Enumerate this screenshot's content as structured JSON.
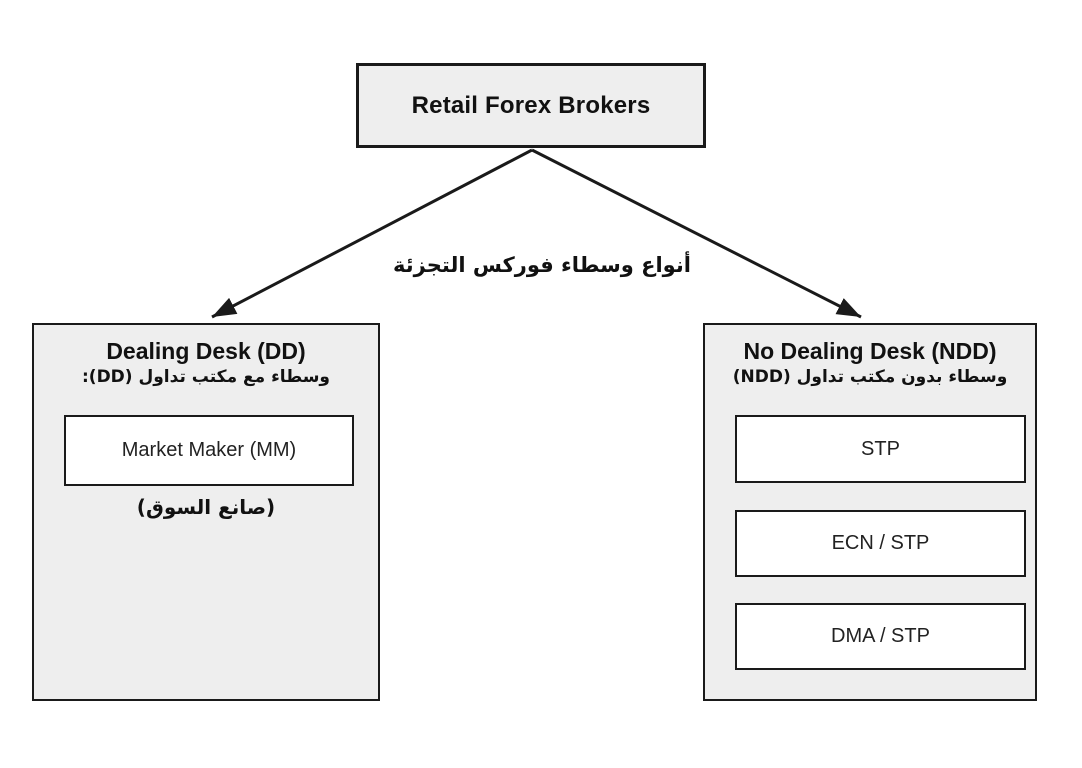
{
  "diagram": {
    "root": {
      "label": "Retail Forex Brokers"
    },
    "edge_label": "أنواع وسطاء فوركس التجزئة",
    "left_group": {
      "title": "Dealing Desk (DD)",
      "subtitle": "وسطاء مع مكتب تداول (DD):",
      "children": [
        {
          "label": "Market Maker (MM)",
          "caption": "(صانع السوق)"
        }
      ]
    },
    "right_group": {
      "title": "No Dealing Desk (NDD)",
      "subtitle": "وسطاء بدون مكتب تداول (NDD)",
      "children": [
        {
          "label": "STP"
        },
        {
          "label": "ECN / STP"
        },
        {
          "label": "DMA / STP"
        }
      ]
    },
    "colors": {
      "background": "#ffffff",
      "box_fill": "#eeeeee",
      "inner_fill": "#ffffff",
      "border": "#1a1a1a",
      "text": "#111111"
    }
  }
}
